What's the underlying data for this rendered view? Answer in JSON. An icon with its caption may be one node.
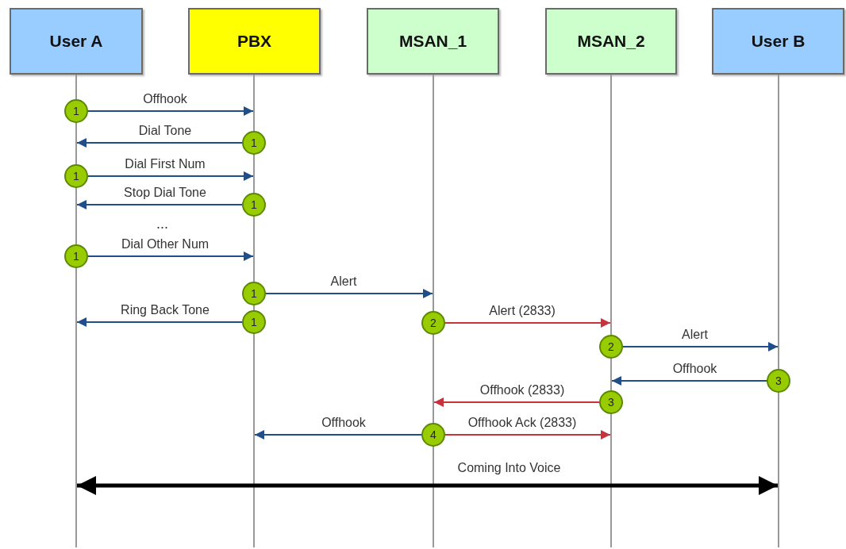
{
  "diagram": {
    "nodes": [
      {
        "text": [
          "User A"
        ]
      },
      {
        "text": [
          "PBX"
        ]
      },
      {
        "text": [
          "MSAN_1"
        ]
      },
      {
        "text": [
          "MSAN_2"
        ]
      },
      {
        "text": [
          "User B"
        ]
      },
      {
        "text": [],
        "shape": "bar"
      },
      {
        "text": [],
        "shape": "bar"
      },
      {
        "text": [],
        "shape": "bar"
      },
      {
        "text": [],
        "shape": "bar"
      },
      {
        "text": [],
        "shape": "bar"
      }
    ],
    "edges": [
      {
        "from": 5,
        "to": 6,
        "arrow": "to",
        "label": "Offhook"
      },
      {
        "from": 6,
        "to": 5,
        "arrow": "to",
        "label": "Dial Tone"
      },
      {
        "from": 5,
        "to": 6,
        "arrow": "to",
        "label": "Dial First Num"
      },
      {
        "from": 6,
        "to": 5,
        "arrow": "to",
        "label": "Stop Dial Tone"
      },
      {
        "from": 5,
        "to": 6,
        "arrow": "to",
        "label": "Dial Other Num"
      },
      {
        "from": 6,
        "to": 7,
        "arrow": "to",
        "label": "Alert"
      },
      {
        "from": 6,
        "to": 5,
        "arrow": "to",
        "label": "Ring Back Tone"
      },
      {
        "from": 7,
        "to": 8,
        "arrow": "to",
        "label": "Alert (2833)",
        "color": "#c8323c"
      },
      {
        "from": 8,
        "to": 9,
        "arrow": "to",
        "label": "Alert"
      },
      {
        "from": 9,
        "to": 8,
        "arrow": "to",
        "label": "Offhook"
      },
      {
        "from": 8,
        "to": 7,
        "arrow": "to",
        "label": "Offhook (2833)",
        "color": "#c8323c"
      },
      {
        "from": 7,
        "to": 6,
        "arrow": "to",
        "label": "Offhook"
      },
      {
        "from": 7,
        "to": 8,
        "arrow": "to",
        "label": "Offhook Ack (2833)",
        "color": "#c8323c"
      },
      {
        "from": 5,
        "to": 9,
        "arrow": "both",
        "label": "Coming Into Voice",
        "style": "thick",
        "color": "#000000"
      }
    ],
    "labels": [
      "1",
      "1",
      "1",
      "1",
      "...",
      "1",
      "1",
      "1",
      "2",
      "2",
      "3",
      "3",
      "4"
    ]
  }
}
